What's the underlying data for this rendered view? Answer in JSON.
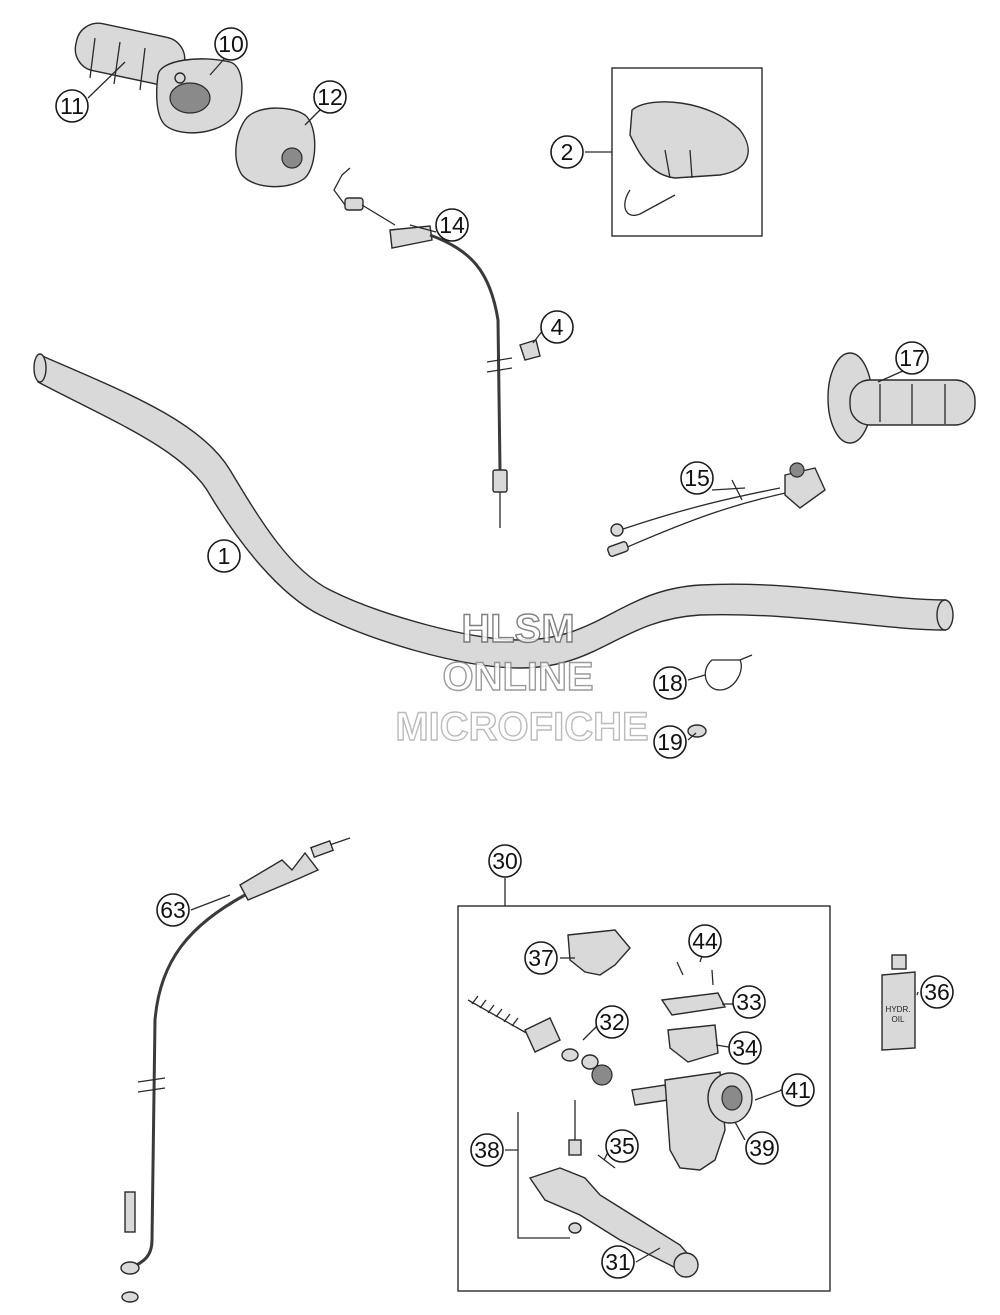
{
  "callouts": [
    {
      "id": "c1",
      "text": "1"
    },
    {
      "id": "c2",
      "text": "2"
    },
    {
      "id": "c4",
      "text": "4"
    },
    {
      "id": "c10",
      "text": "10"
    },
    {
      "id": "c11",
      "text": "11"
    },
    {
      "id": "c12",
      "text": "12"
    },
    {
      "id": "c14",
      "text": "14"
    },
    {
      "id": "c15",
      "text": "15"
    },
    {
      "id": "c17",
      "text": "17"
    },
    {
      "id": "c18",
      "text": "18"
    },
    {
      "id": "c19",
      "text": "19"
    },
    {
      "id": "c30",
      "text": "30"
    },
    {
      "id": "c31",
      "text": "31"
    },
    {
      "id": "c32",
      "text": "32"
    },
    {
      "id": "c33",
      "text": "33"
    },
    {
      "id": "c34",
      "text": "34"
    },
    {
      "id": "c35",
      "text": "35"
    },
    {
      "id": "c36",
      "text": "36"
    },
    {
      "id": "c37",
      "text": "37"
    },
    {
      "id": "c38",
      "text": "38"
    },
    {
      "id": "c39",
      "text": "39"
    },
    {
      "id": "c41",
      "text": "41"
    },
    {
      "id": "c44",
      "text": "44"
    },
    {
      "id": "c63",
      "text": "63"
    }
  ],
  "watermark": {
    "line1": "HLSM",
    "line2": "ONLINE",
    "line3": "MICROFICHE"
  },
  "oil_bottle": {
    "line1": "HYDR.",
    "line2": "OIL"
  }
}
